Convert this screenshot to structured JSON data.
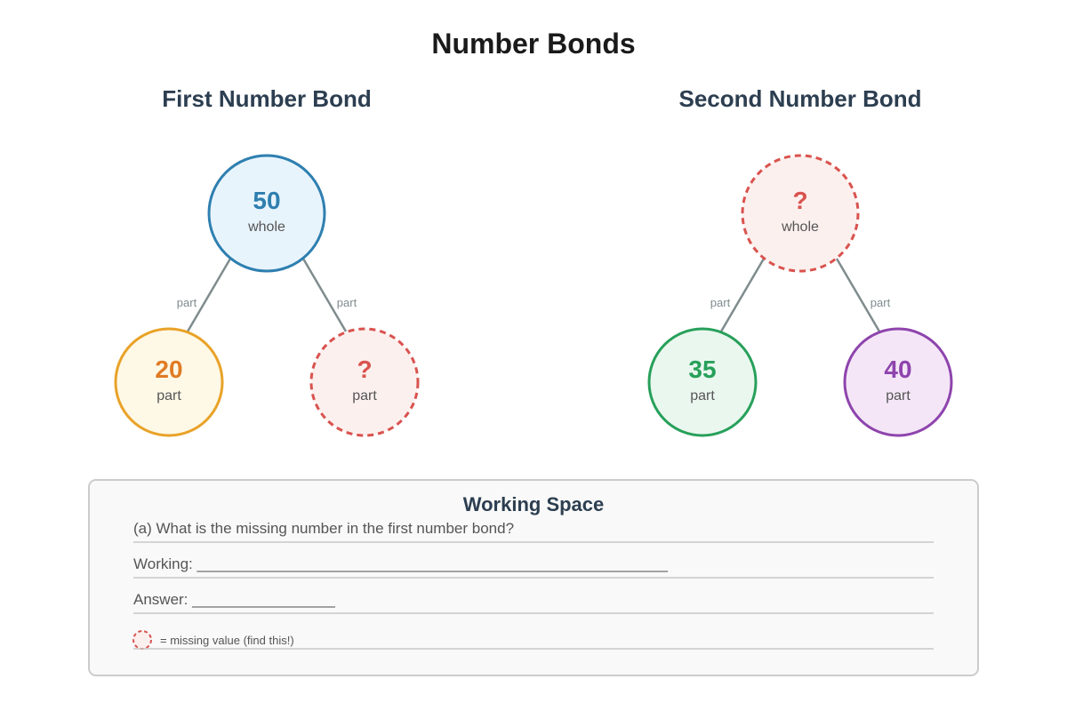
{
  "title": "Number Bonds",
  "bonds": [
    {
      "heading": "First Number Bond",
      "whole": {
        "value": "50",
        "label": "whole",
        "fill": "#e8f4fc",
        "stroke": "#2e7fb0",
        "text_color": "#2e7fb0",
        "missing": false
      },
      "edge_labels": [
        "part",
        "part"
      ],
      "parts": [
        {
          "value": "20",
          "label": "part",
          "fill": "#fef8e6",
          "stroke": "#e9a228",
          "text_color": "#e07b24",
          "missing": false
        },
        {
          "value": "?",
          "label": "part",
          "fill": "#fcf0ee",
          "stroke": "#d9534f",
          "text_color": "#d9534f",
          "missing": true
        }
      ]
    },
    {
      "heading": "Second Number Bond",
      "whole": {
        "value": "?",
        "label": "whole",
        "fill": "#fcf0ee",
        "stroke": "#d9534f",
        "text_color": "#d9534f",
        "missing": true
      },
      "edge_labels": [
        "part",
        "part"
      ],
      "parts": [
        {
          "value": "35",
          "label": "part",
          "fill": "#eaf7ef",
          "stroke": "#27a05a",
          "text_color": "#27a05a",
          "missing": false
        },
        {
          "value": "40",
          "label": "part",
          "fill": "#f4e6f7",
          "stroke": "#8e44ad",
          "text_color": "#8e44ad",
          "missing": false
        }
      ]
    }
  ],
  "working_space": {
    "title": "Working Space",
    "question": "(a) What is the missing number in the first number bond?",
    "working_label": "Working: ________________________________________________________",
    "answer_label": "Answer: _________________",
    "legend_text": "= missing value (find this!)"
  },
  "colors": {
    "heading": "#2c3e50",
    "title": "#1a1a1a",
    "connector": "#7f8c8d",
    "missing": "#d9534f",
    "panel_bg": "#f9f9f9",
    "panel_border": "#cccccc",
    "rule_line": "#c8c8c8"
  }
}
